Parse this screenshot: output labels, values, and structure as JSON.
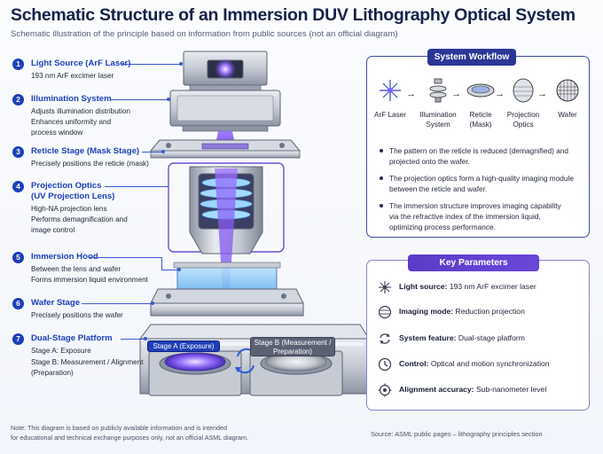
{
  "title": "Schematic Structure of an Immersion DUV Lithography Optical System",
  "subtitle": "Schematic illustration of the principle based on information from public sources (not an official diagram)",
  "callouts": [
    {
      "num": "1",
      "head": "Light Source (ArF Laser)",
      "lines": [
        "193 nm ArF excimer laser"
      ]
    },
    {
      "num": "2",
      "head": "Illumination System",
      "lines": [
        "Adjusts illumination distribution",
        "Enhances uniformity and",
        "process window"
      ]
    },
    {
      "num": "3",
      "head": "Reticle Stage (Mask Stage)",
      "lines": [
        "Precisely positions the reticle (mask)"
      ]
    },
    {
      "num": "4",
      "head": "Projection Optics",
      "head2": "(UV Projection Lens)",
      "lines": [
        "High-NA projection lens",
        "Performs demagnification and",
        "image control"
      ]
    },
    {
      "num": "5",
      "head": "Immersion Hood",
      "lines": [
        "Between the lens and wafer",
        "Forms immersion liquid environment"
      ]
    },
    {
      "num": "6",
      "head": "Wafer Stage",
      "lines": [
        "Precisely positions the wafer"
      ]
    },
    {
      "num": "7",
      "head": "Dual-Stage Platform",
      "lines": [
        "Stage A: Exposure",
        "Stage B: Measurement / Alignment",
        "(Preparation)"
      ]
    }
  ],
  "stages": {
    "a": "Stage A (Exposure)",
    "b_line1": "Stage B (Measurement /",
    "b_line2": "Preparation)"
  },
  "workflow": {
    "title": "System Workflow",
    "steps": [
      {
        "l1": "ArF Laser",
        "l2": ""
      },
      {
        "l1": "Illumination",
        "l2": "System"
      },
      {
        "l1": "Reticle",
        "l2": "(Mask)"
      },
      {
        "l1": "Projection",
        "l2": "Optics"
      },
      {
        "l1": "Wafer",
        "l2": ""
      }
    ],
    "bullets": [
      [
        "The pattern on the reticle is reduced (demagnified) and",
        "projected onto the wafer."
      ],
      [
        "The projection optics form a high-quality imaging module",
        "between the reticle and wafer."
      ],
      [
        "The immersion structure improves imaging capability",
        "via the refractive index of the immersion liquid,",
        "optimizing process performance."
      ]
    ]
  },
  "parameters": {
    "title": "Key Parameters",
    "items": [
      {
        "icon": "laser-star-icon",
        "label": "Light source:",
        "value": "193 nm ArF excimer laser"
      },
      {
        "icon": "lens-icon",
        "label": "Imaging mode:",
        "value": "Reduction projection"
      },
      {
        "icon": "cycle-arrows-icon",
        "label": "System feature:",
        "value": "Dual-stage platform"
      },
      {
        "icon": "clock-icon",
        "label": "Control:",
        "value": "Optical and motion synchronization"
      },
      {
        "icon": "target-icon",
        "label": "Alignment accuracy:",
        "value": "Sub-nanometer level"
      }
    ]
  },
  "footnote": [
    "Note: This diagram is based on publicly available information and is intended",
    "for educational and technical exchange purposes only, not an official ASML diagram."
  ],
  "source": "Source: ASML public pages – lithography principles section",
  "colors": {
    "accent": "#1d3fb8",
    "panel_border": "#3d4aa8",
    "beam": "#8a5cff",
    "purple_head": "#5a3cc7"
  }
}
